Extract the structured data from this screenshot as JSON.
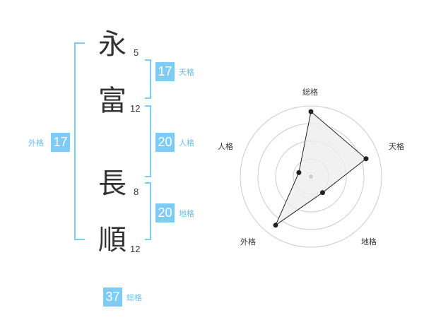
{
  "name": {
    "characters": [
      {
        "char": "永",
        "strokes": "5"
      },
      {
        "char": "富",
        "strokes": "12"
      },
      {
        "char": "長",
        "strokes": "8"
      },
      {
        "char": "順",
        "strokes": "12"
      }
    ]
  },
  "fortunes": {
    "tenkaku": {
      "value": "17",
      "label": "天格"
    },
    "jinkaku": {
      "value": "20",
      "label": "人格"
    },
    "chikaku": {
      "value": "20",
      "label": "地格"
    },
    "gaikaku": {
      "value": "17",
      "label": "外格"
    },
    "soukaku": {
      "value": "37",
      "label": "総格"
    }
  },
  "colors": {
    "accent": "#7ecbf5",
    "accent_text": "#6bbfe9",
    "text": "#333333",
    "grid": "#cccccc",
    "radar_fill": "#eeeeee"
  },
  "radar": {
    "axes": [
      {
        "label": "総格",
        "value": 0.92
      },
      {
        "label": "天格",
        "value": 0.82
      },
      {
        "label": "地格",
        "value": 0.28
      },
      {
        "label": "外格",
        "value": 0.85
      },
      {
        "label": "人格",
        "value": 0.18
      }
    ],
    "rings": 4
  }
}
